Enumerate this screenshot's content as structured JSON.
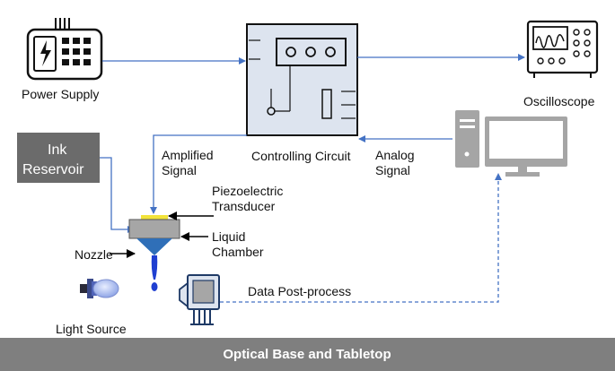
{
  "labels": {
    "power_supply": "Power Supply",
    "controlling_circuit": "Controlling Circuit",
    "oscilloscope": "Oscilloscope",
    "ink_reservoir_line1": "Ink",
    "ink_reservoir_line2": "Reservoir",
    "amplified_signal_line1": "Amplified",
    "amplified_signal_line2": "Signal",
    "analog_signal_line1": "Analog",
    "analog_signal_line2": "Signal",
    "piezo_line1": "Piezoelectric",
    "piezo_line2": "Transducer",
    "liquid_chamber_line1": "Liquid",
    "liquid_chamber_line2": "Chamber",
    "nozzle": "Nozzle",
    "light_source": "Light Source",
    "data_post_process": "Data Post-process",
    "base": "Optical Base and Tabletop"
  },
  "colors": {
    "flow_line": "#4472c4",
    "box_fill": "#dde4ef",
    "ink_reservoir": "#6b6b6b",
    "base_bar": "#7f7f7f",
    "transducer": "#f2e33a",
    "chamber": "#a6a6a6",
    "nozzle_fill": "#2f6fb8",
    "droplet": "#1f3fd1",
    "computer": "#a5a5a5"
  },
  "icons": {
    "power_supply": "power-supply-icon",
    "oscilloscope": "oscilloscope-icon",
    "computer": "computer-icon",
    "camera": "camera-icon",
    "light": "led-light-icon"
  }
}
